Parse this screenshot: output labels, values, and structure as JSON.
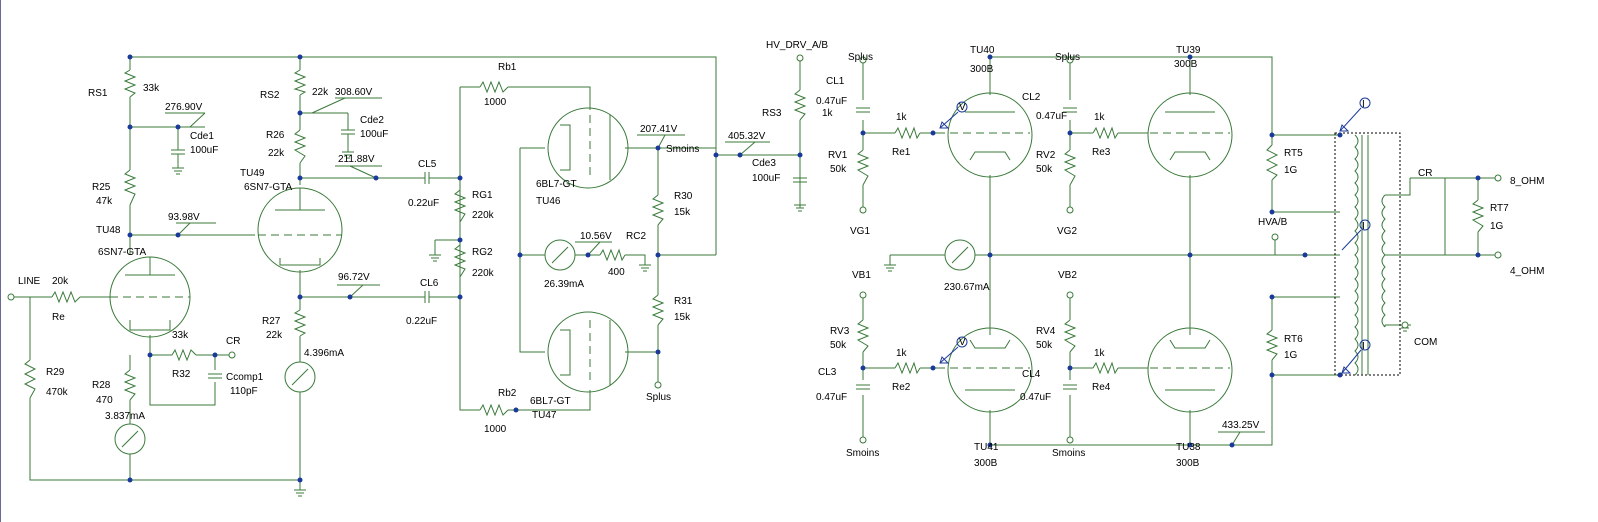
{
  "colors": {
    "wire": "#3a7a3a",
    "junction": "#1a3a9a",
    "label": "#000000",
    "background": "#ffffff"
  },
  "labels": {
    "rs1": "RS1",
    "rs1_val": "33k",
    "v276": "276.90V",
    "cde1": "Cde1",
    "cde1_val": "100uF",
    "r25": "R25",
    "r25_val": "47k",
    "tu48": "TU48",
    "tu48_type": "6SN7-GTA",
    "v9398": "93.98V",
    "line": "LINE",
    "re_val": "20k",
    "re": "Re",
    "r29": "R29",
    "r29_val": "470k",
    "r28": "R28",
    "r28_val": "470",
    "i3837": "3.837mA",
    "r32_val": "33k",
    "r32": "R32",
    "cr1": "CR",
    "ccomp1": "Ccomp1",
    "ccomp1_val": "110pF",
    "rs2": "RS2",
    "rs2_val": "22k",
    "v30860": "308.60V",
    "cde2": "Cde2",
    "cde2_val": "100uF",
    "r26": "R26",
    "r26_val": "22k",
    "tu49": "TU49",
    "tu49_type": "6SN7-GTA",
    "v21188": "211.88V",
    "cl5": "CL5",
    "cl5_val": "0.22uF",
    "v9672": "96.72V",
    "cl6": "CL6",
    "cl6_val": "0.22uF",
    "r27": "R27",
    "r27_val": "22k",
    "i4396": "4.396mA",
    "rb1": "Rb1",
    "rb1_val": "1000",
    "rg1": "RG1",
    "rg1_val": "220k",
    "rg2": "RG2",
    "rg2_val": "220k",
    "tu46_type": "6BL7-GT",
    "tu46": "TU46",
    "v20741": "207.41V",
    "smoins1": "Smoins",
    "v1056": "10.56V",
    "rc2": "RC2",
    "rc2_val": "400",
    "i2639": "26.39mA",
    "r30": "R30",
    "r30_val": "15k",
    "r31": "R31",
    "r31_val": "15k",
    "splus1": "Splus",
    "rb2": "Rb2",
    "rb2_val": "1000",
    "tu47_type": "6BL7-GT",
    "tu47": "TU47",
    "hv": "HV_DRV_A/B",
    "rs3": "RS3",
    "v40532": "405.32V",
    "cde3": "Cde3",
    "cde3_val": "100uF",
    "splus2": "Splus",
    "cl1": "CL1",
    "cl1_val": "0.47uF",
    "cl1_val2": "1k",
    "rv1": "RV1",
    "rv1_val": "50k",
    "re1_val": "1k",
    "re1": "Re1",
    "vg1": "VG1",
    "tu40": "TU40",
    "tu40_type": "300B",
    "cl2": "CL2",
    "splus3": "Splus",
    "cl2_val": "0.47uF",
    "re3_val": "1k",
    "re3": "Re3",
    "rv2": "RV2",
    "rv2_val": "50k",
    "vg2": "VG2",
    "tu39": "TU39",
    "tu39_type": "300B",
    "vb1": "VB1",
    "i23067": "230.67mA",
    "vb2": "VB2",
    "rv3": "RV3",
    "rv3_val": "50k",
    "re2_val": "1k",
    "re2": "Re2",
    "cl3": "CL3",
    "cl3_val": "0.47uF",
    "smoins2": "Smoins",
    "rv4": "RV4",
    "rv4_val": "50k",
    "re4_val": "1k",
    "re4": "Re4",
    "cl4": "CL4",
    "cl4_val": "0.47uF",
    "smoins3": "Smoins",
    "tu41": "TU41",
    "tu41_type": "300B",
    "tu38": "TU38",
    "tu38_type": "300B",
    "v43325": "433.25V",
    "rt5": "RT5",
    "rt5_val": "1G",
    "hvab": "HVA/B",
    "rt6": "RT6",
    "rt6_val": "1G",
    "cr2": "CR",
    "ohm8": "8_OHM",
    "rt7": "RT7",
    "rt7_val": "1G",
    "ohm4": "4_OHM",
    "com": "COM",
    "probe_i": "I",
    "probe_v": "V"
  }
}
